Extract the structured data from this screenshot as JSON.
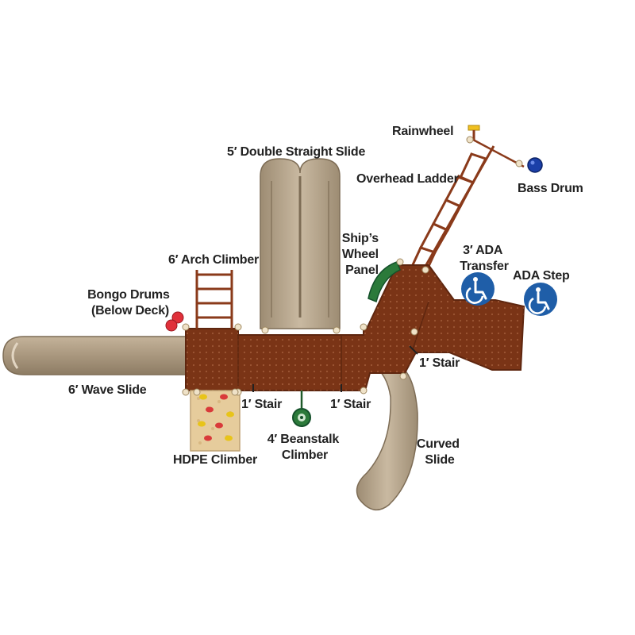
{
  "diagram": {
    "labels": {
      "rainwheel": "Rainwheel",
      "double_slide": "5′ Double Straight Slide",
      "overhead_ladder": "Overhead Ladder",
      "bass_drum": "Bass Drum",
      "ships_wheel": [
        "Ship’s",
        "Wheel",
        "Panel"
      ],
      "ada_transfer": [
        "3′ ADA",
        "Transfer"
      ],
      "ada_step": "ADA Step",
      "arch_climber": "6′ Arch Climber",
      "bongo_drums": [
        "Bongo Drums",
        "(Below Deck)"
      ],
      "wave_slide": "6′ Wave Slide",
      "stair_left": "1′ Stair",
      "stair_mid": "1′ Stair",
      "stair_right": "1′ Stair",
      "beanstalk": [
        "4′ Beanstalk",
        "Climber"
      ],
      "hdpe_climber": "HDPE Climber",
      "curved_slide": [
        "Curved",
        "Slide"
      ]
    },
    "colors": {
      "deck": "#7a3416",
      "deck_shadow": "#5e260f",
      "slide": "#b5a48c",
      "slide_dark": "#8f7e66",
      "climber_panel": "#e6cc9c",
      "ada_blue": "#1f5ea8",
      "label": "#222222"
    },
    "icons": [
      "wheelchair-icon",
      "wheelchair-icon"
    ]
  }
}
